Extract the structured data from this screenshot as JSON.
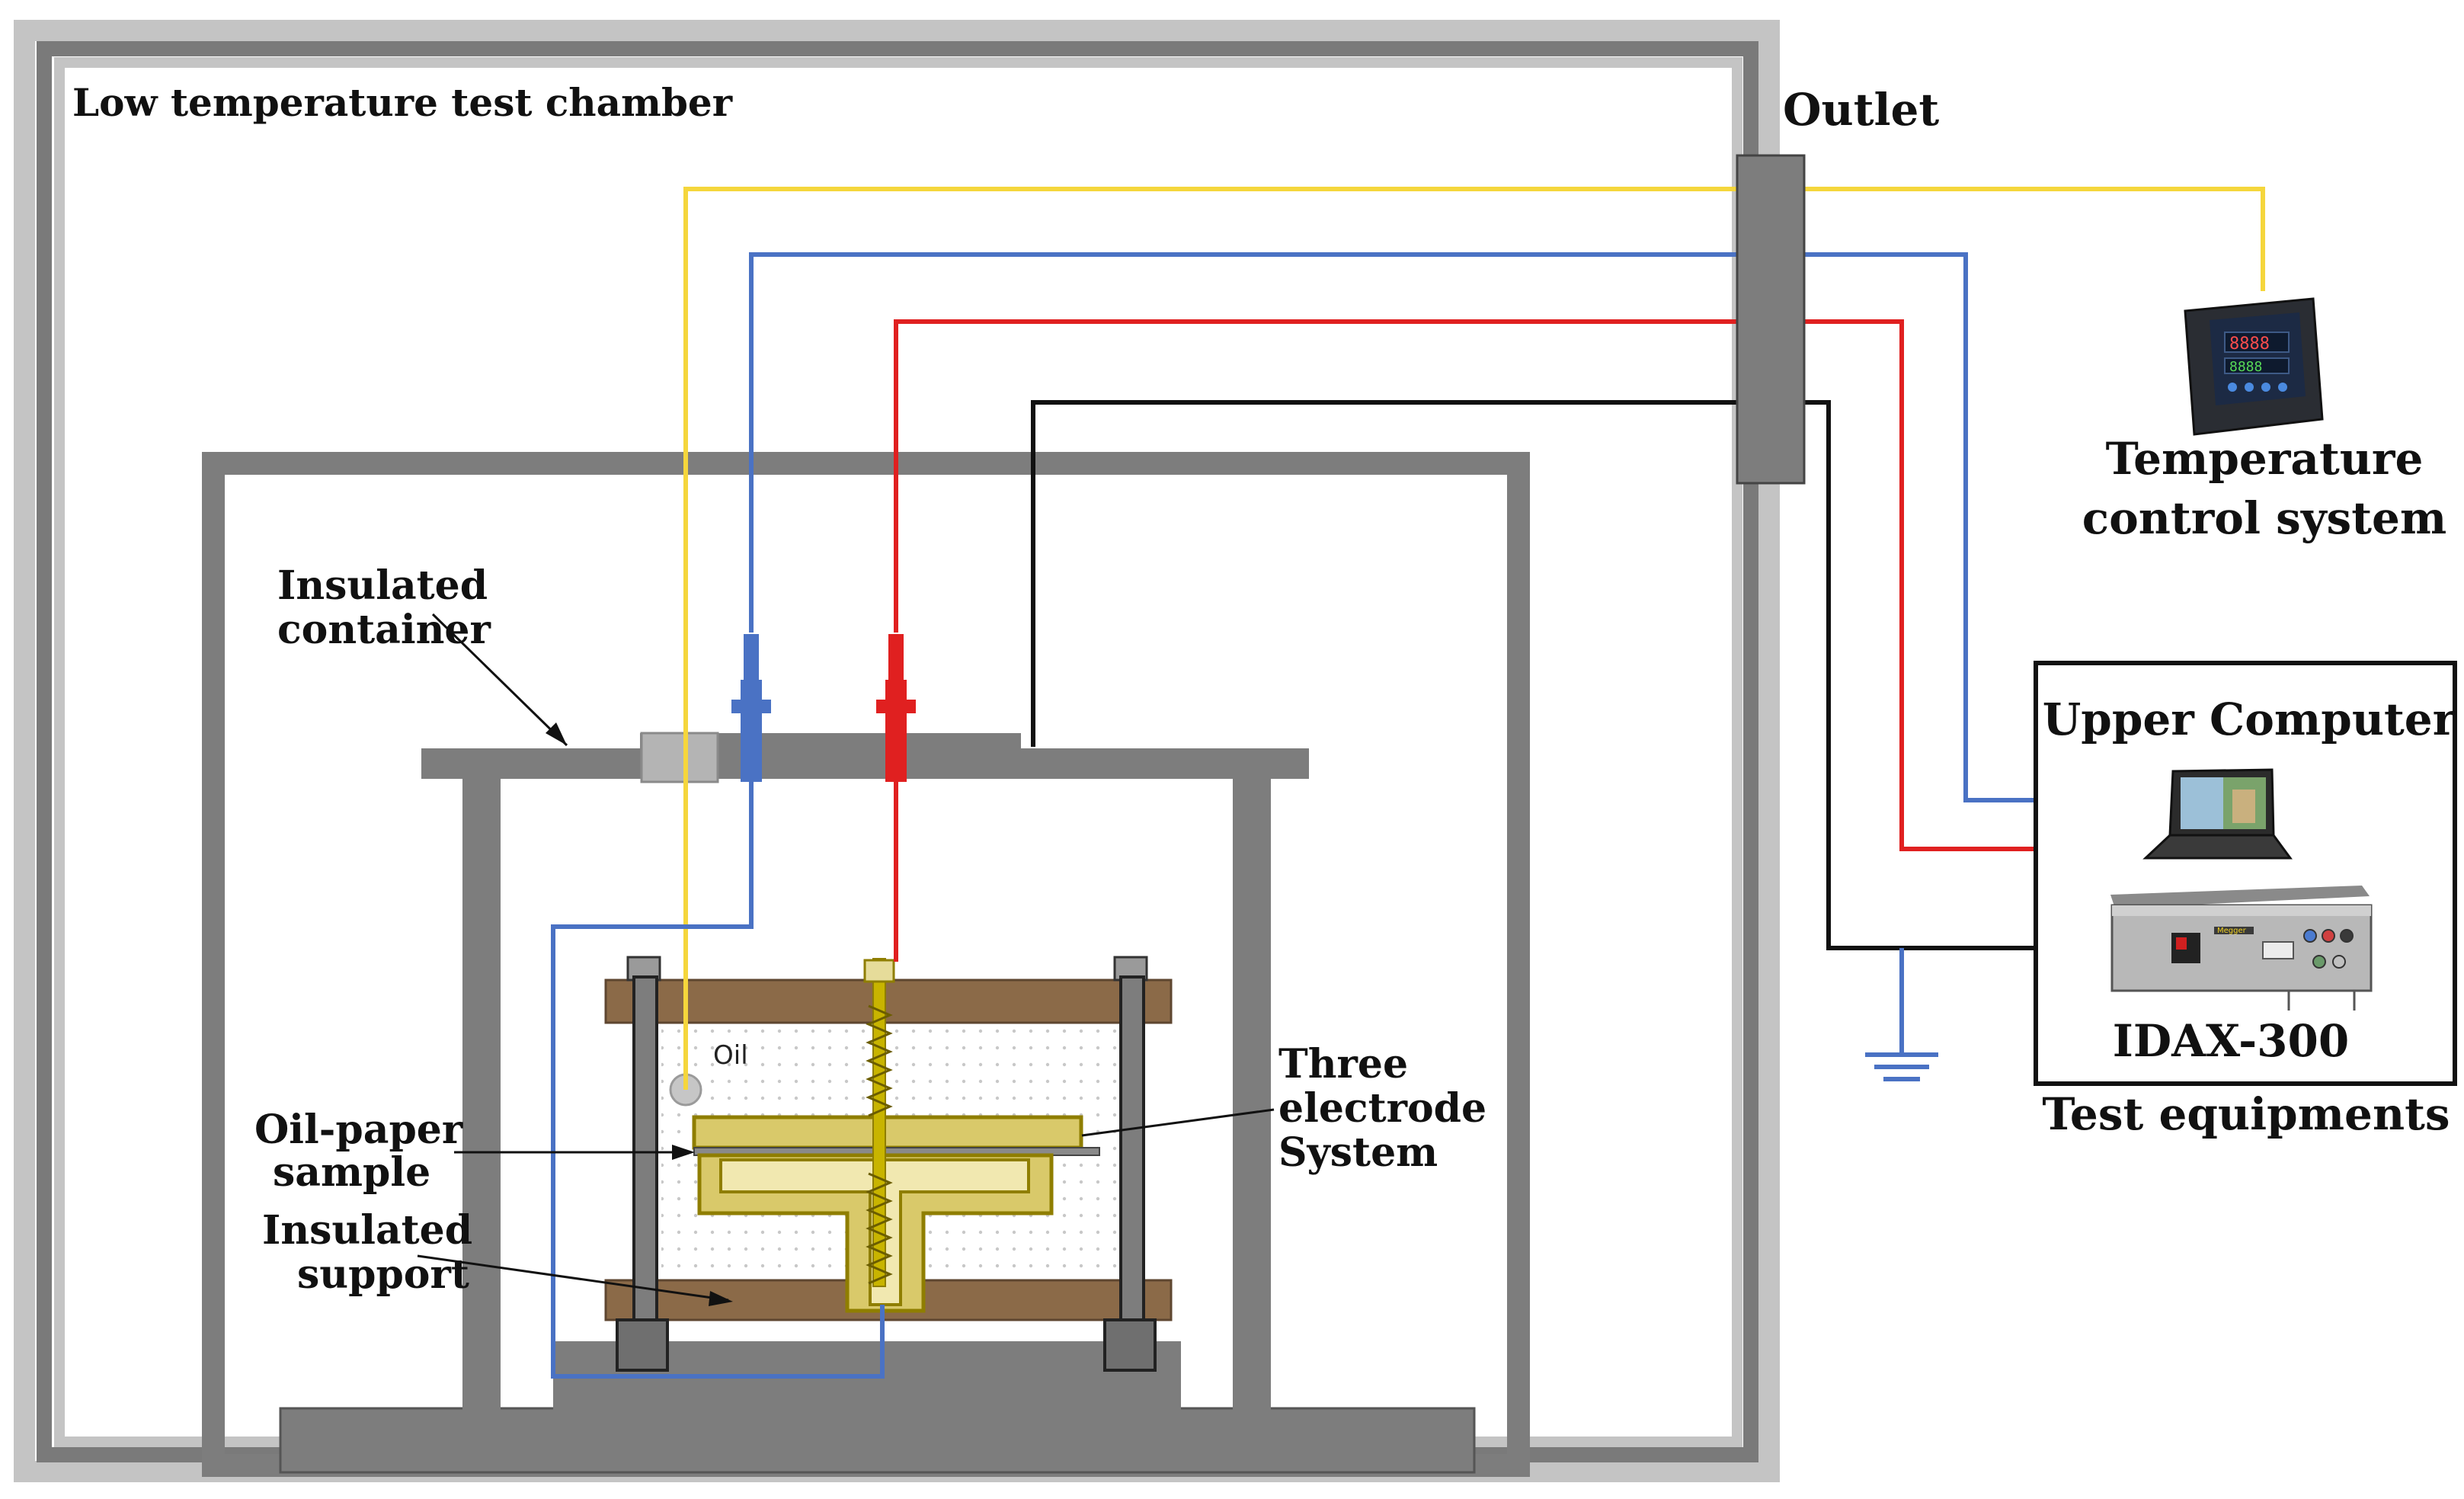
{
  "labels": {
    "chamber": "Low temperature test chamber",
    "outlet": "Outlet",
    "temp_control_line1": "Temperature",
    "temp_control_line2": "control system",
    "upper_computer": "Upper Computer",
    "idax": "IDAX-300",
    "test_equipments": "Test equipments",
    "insulated_container_line1": "Insulated",
    "insulated_container_line2": "container",
    "oil": "Oil",
    "oil_paper_line1": "Oil-paper",
    "oil_paper_line2": "sample",
    "insulated_support_line1": "Insulated",
    "insulated_support_line2": "support",
    "three_electrode_line1": "Three",
    "three_electrode_line2": "electrode",
    "three_electrode_line3": "System"
  },
  "colors": {
    "chamber_outer": "#c4c4c4",
    "chamber_inner": "#7a7a7a",
    "frame_gray": "#7d7d7d",
    "wood": "#8b6a48",
    "electrode_yellow": "#c8b400",
    "electrode_fill": "#d9c96a",
    "wire_yellow": "#f5d63c",
    "wire_blue": "#4a72c4",
    "wire_red": "#e02020",
    "wire_black": "#111111",
    "ground_blue": "#4a72c4"
  },
  "icons": [
    "temperature-controller-icon",
    "laptop-icon",
    "idax-300-analyzer-icon",
    "ground-symbol-icon"
  ]
}
